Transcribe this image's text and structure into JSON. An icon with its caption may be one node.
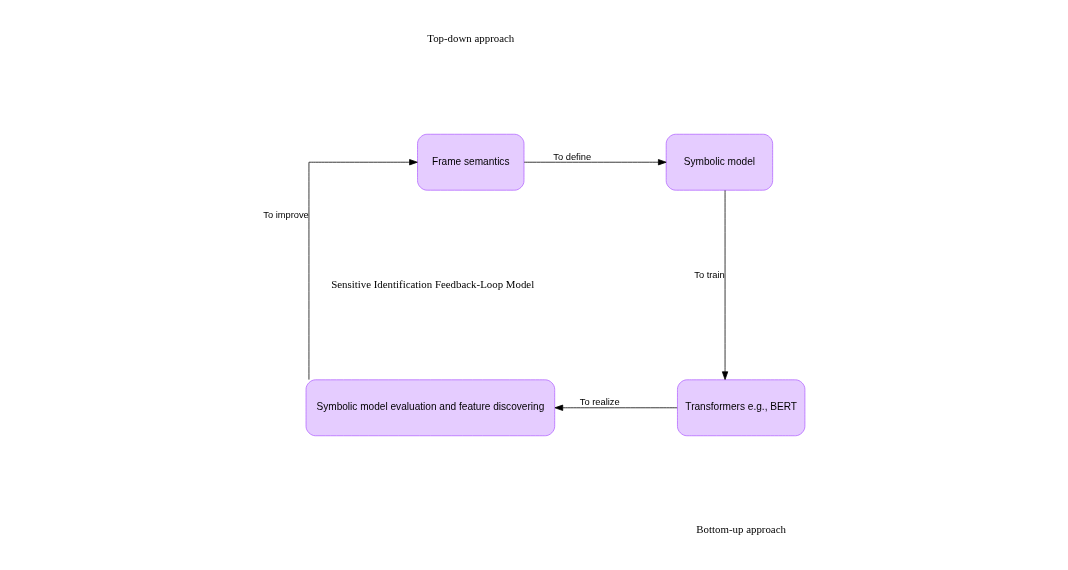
{
  "diagram": {
    "nodes": [
      {
        "text": [
          "Frame semantics"
        ]
      },
      {
        "text": [
          "Symbolic model"
        ]
      },
      {
        "text": [
          "Transformers e.g., BERT"
        ]
      },
      {
        "text": [
          "Symbolic model evaluation and feature discovering"
        ]
      }
    ],
    "edges": [
      {
        "from": 0,
        "to": 1,
        "arrow": "to",
        "label": "To define"
      },
      {
        "from": 1,
        "to": 2,
        "arrow": "to",
        "label": "To train"
      },
      {
        "from": 2,
        "to": 3,
        "arrow": "to",
        "label": "To realize"
      },
      {
        "from": 3,
        "to": 0,
        "arrow": "to",
        "label": "To improve"
      }
    ],
    "labels": [
      "Top-down approach",
      "Sensitive Identification Feedback-Loop Model",
      "Bottom-up approach"
    ]
  }
}
